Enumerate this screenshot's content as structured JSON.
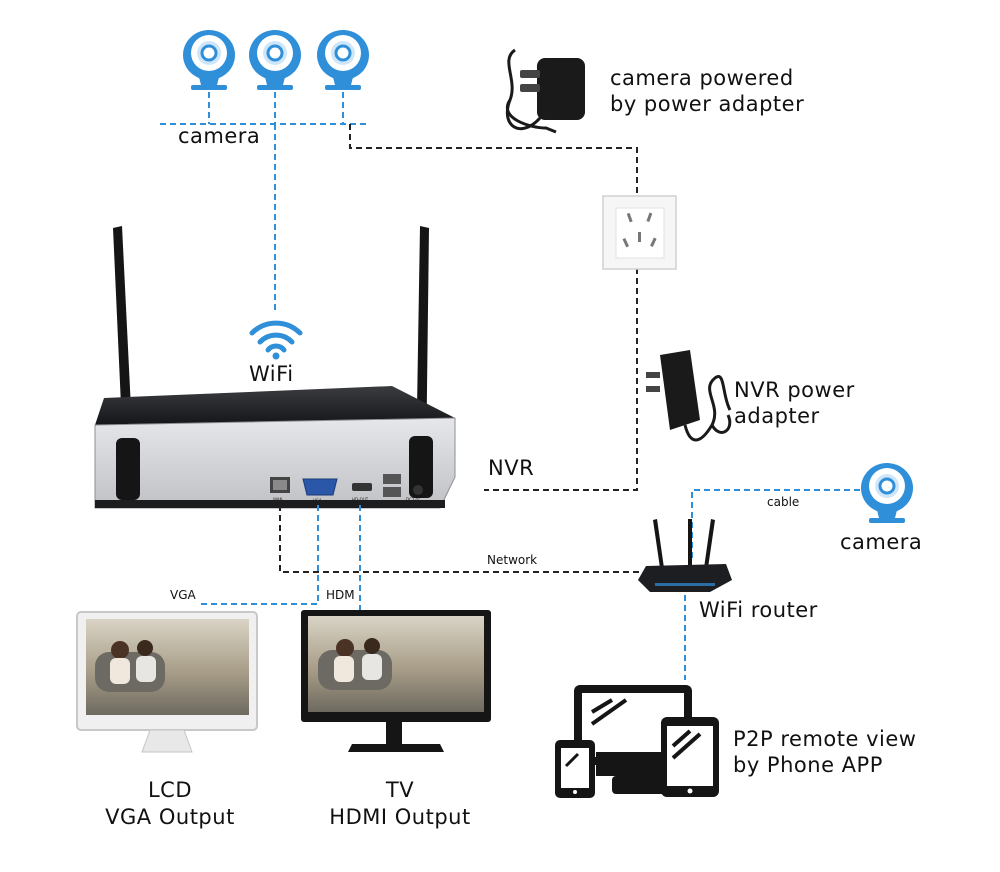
{
  "labels": {
    "camera_top": "camera",
    "camera_power_line1": "camera powered",
    "camera_power_line2": "by power  adapter",
    "wifi": "WiFi",
    "nvr": "NVR",
    "nvr_power_line1": "NVR power",
    "nvr_power_line2": "adapter",
    "cable": "cable",
    "camera_right": "camera",
    "network": "Network",
    "wifi_router": "WiFi router",
    "vga": "VGA",
    "hdm": "HDM",
    "lcd_line1": "LCD",
    "lcd_line2": "VGA Output",
    "tv_line1": "TV",
    "tv_line2": "HDMI Output",
    "p2p_line1": "P2P remote view",
    "p2p_line2": "by Phone APP"
  },
  "nvr_ports": [
    "WAN",
    "VGA",
    "HD-OUT",
    "DC12V"
  ],
  "colors": {
    "camera_blue": "#2f8fd8",
    "wireless_link": "#2f8fd8",
    "wired_link": "#222222",
    "device_black": "#1a1a1a"
  },
  "icons": [
    "camera-icon",
    "wifi-icon",
    "power-adapter-icon",
    "wall-socket-icon",
    "router-icon",
    "monitor-icon",
    "tv-icon",
    "devices-icon"
  ]
}
